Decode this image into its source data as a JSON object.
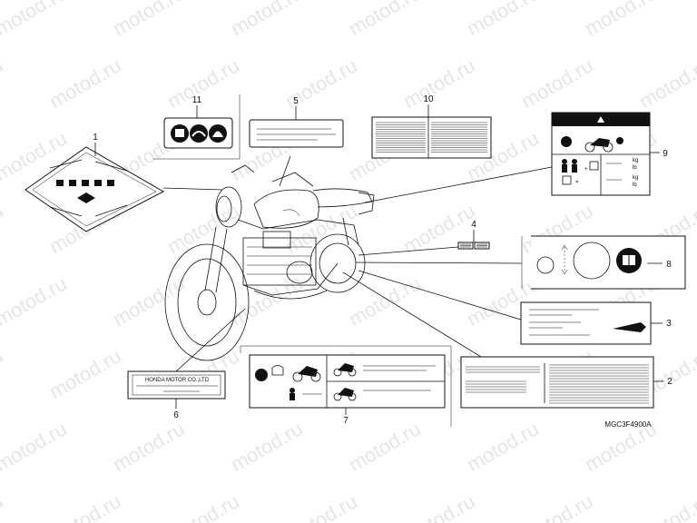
{
  "watermark": "motod.ru",
  "diagram_code": "MGC3F4900A",
  "callouts": [
    "1",
    "2",
    "3",
    "4",
    "5",
    "6",
    "7",
    "8",
    "9",
    "10",
    "11"
  ],
  "label_texts": {
    "plate_6_line1": "HONDA MOTOR CO.,LTD",
    "sticker_4_a": "",
    "sticker_4_b": "",
    "label_9_kg_a": "kg",
    "label_9_kg_b": "kg",
    "label_9_lb_a": "lb",
    "label_9_lb_b": "lb"
  },
  "colors": {
    "line": "#111111",
    "watermark": "#e6e6e6",
    "label_header": "#111111"
  }
}
